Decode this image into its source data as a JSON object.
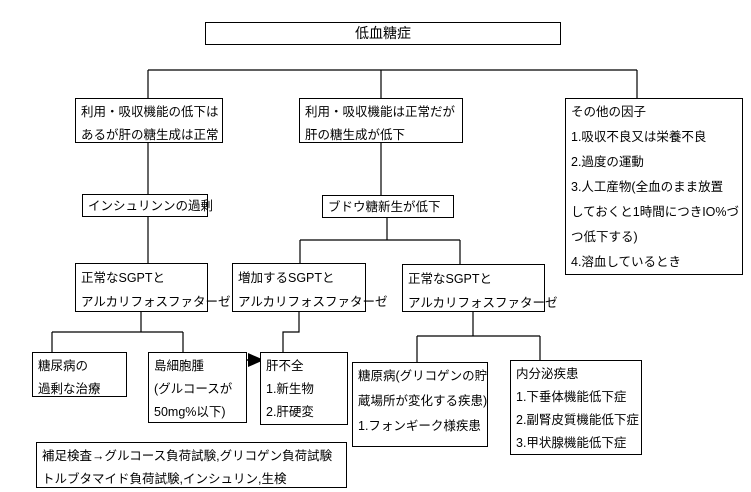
{
  "diagram": {
    "kind": "flowchart",
    "colors": {
      "line": "#000000",
      "background": "#ffffff",
      "text": "#000000"
    },
    "nodes": {
      "root": {
        "label": "低血糖症"
      },
      "branch_left": {
        "lines": [
          "利用・吸収機能の低下は",
          "あるが肝の糖生成は正常"
        ]
      },
      "branch_mid": {
        "lines": [
          "利用・吸収機能は正常だが",
          "肝の糖生成が低下"
        ]
      },
      "other_factors": {
        "lines": [
          "その他の因子",
          "1.吸収不良又は栄養不良",
          "2.過度の運動",
          "3.人工産物(全血のまま放置",
          "しておくと1時間につきIO%づ",
          "つ低下する)",
          "4.溶血しているとき"
        ]
      },
      "insulin_excess": {
        "label": "インシュリンンの過剰"
      },
      "gluconeogenesis_low": {
        "label": "ブドウ糖新生が低下"
      },
      "sgpt_normal_left": {
        "lines": [
          "正常なSGPTと",
          "アルカリフォスファターゼ"
        ]
      },
      "sgpt_increased": {
        "lines": [
          "増加するSGPTと",
          "アルカリフォスファターゼ"
        ]
      },
      "sgpt_normal_right": {
        "lines": [
          "正常なSGPTと",
          "アルカリフォスファターゼ"
        ]
      },
      "diabetes_overtreatment": {
        "lines": [
          "糖尿病の",
          "過剰な治療"
        ]
      },
      "islet_cell_tumor": {
        "lines": [
          "島細胞腫",
          "(グルコースが",
          "50mg%以下)"
        ]
      },
      "liver_failure": {
        "lines": [
          "肝不全",
          "1.新生物",
          "2.肝硬変"
        ]
      },
      "glycogen_disease": {
        "lines": [
          "糖原病(グリコゲンの貯",
          "蔵場所が変化する疾患)",
          "1.フォンギーク様疾患"
        ]
      },
      "endocrine_disease": {
        "lines": [
          "内分泌疾患",
          "1.下垂体機能低下症",
          "2.副腎皮質機能低下症",
          "3.甲状腺機能低下症"
        ]
      },
      "supplementary_tests": {
        "lines": [
          "補足検査→グルコース負荷試験,グリコゲン負荷試験",
          "トルブタマイド負荷試験,インシュリン,生検"
        ]
      }
    }
  }
}
